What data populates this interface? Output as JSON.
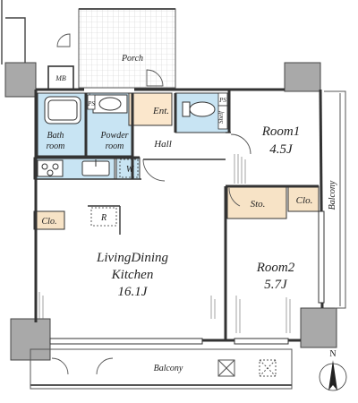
{
  "labels": {
    "porch": "Porch",
    "mb": "MB",
    "ps1": "PS",
    "ps2": "PS",
    "entrance": "Ent.",
    "shelf": "Shelf",
    "bathroom": [
      "Bath",
      "room"
    ],
    "powder_room": [
      "Powder",
      "room"
    ],
    "hall": "Hall",
    "w": "W",
    "closet_ldk": "Clo.",
    "refrigerator": "R",
    "ldk": [
      "LivingDining",
      "Kitchen",
      "16.1J"
    ],
    "room1": [
      "Room1",
      "4.5J"
    ],
    "room2": [
      "Room2",
      "5.7J"
    ],
    "storage": "Sto.",
    "closet_room1": "Clo.",
    "balcony_east": "Balcony",
    "balcony_south": "Balcony",
    "north": "N"
  },
  "colors": {
    "wet_area": "#c8e4f3",
    "storage": "#f7e3c6",
    "pillar": "#a9a9a9",
    "wall": "#333333"
  },
  "icons": [
    "stove-icon",
    "sink-icon",
    "toilet-icon",
    "bathtub-icon",
    "washbasin-icon",
    "north-arrow-icon",
    "door-swing-icon"
  ]
}
